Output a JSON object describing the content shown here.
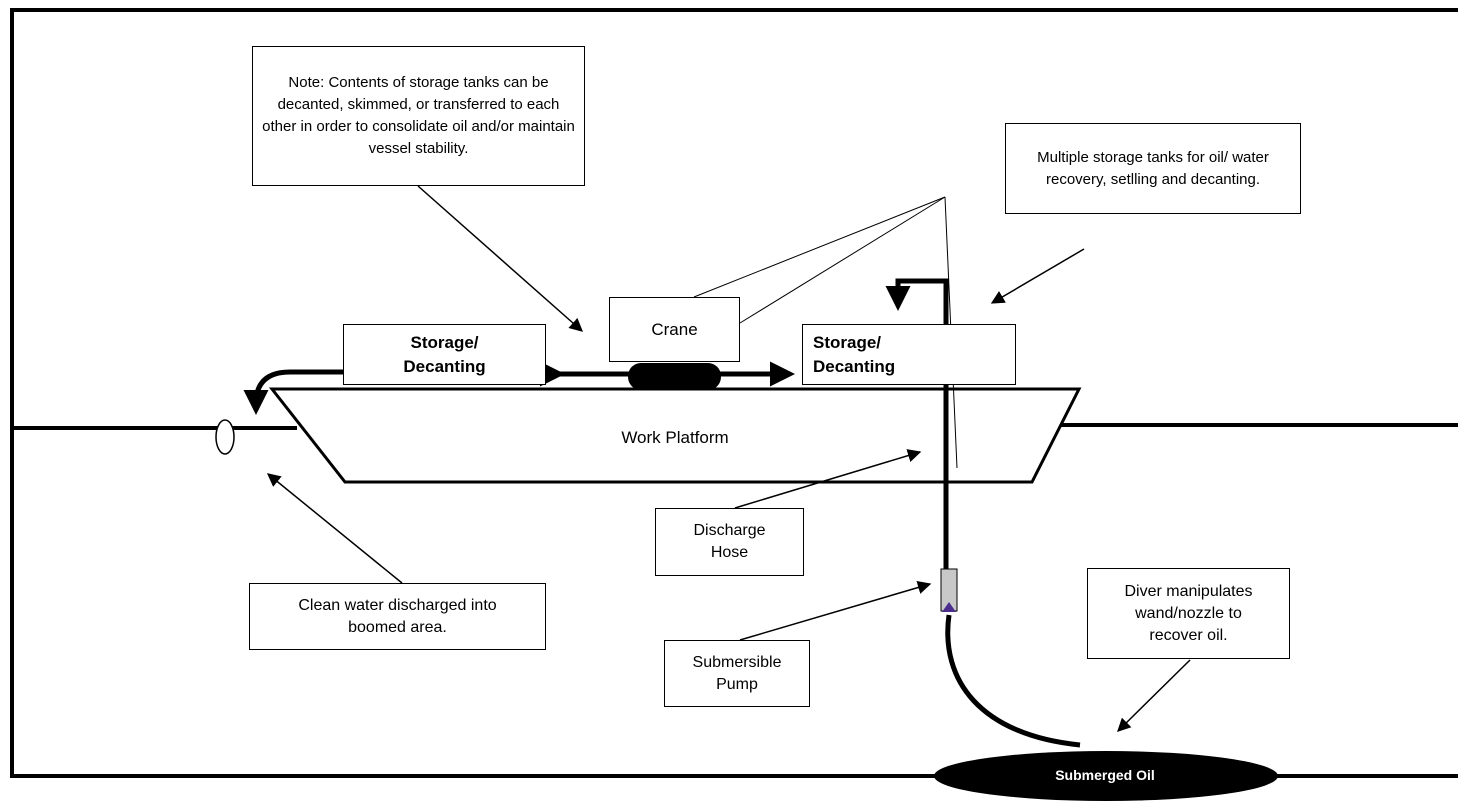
{
  "boxes": {
    "note": "Note: Contents of storage tanks can be decanted, skimmed, or transferred to each other in order to consolidate oil and/or maintain vessel stability.",
    "multiple_tanks": "Multiple storage tanks for oil/ water recovery, setlling and decanting.",
    "storage_left_line1": "Storage/",
    "storage_left_line2": "Decanting",
    "crane": "Crane",
    "storage_right_line1": "Storage/",
    "storage_right_line2": "Decanting",
    "discharge_hose_line1": "Discharge",
    "discharge_hose_line2": "Hose",
    "clean_water_line1": "Clean water discharged into",
    "clean_water_line2": "boomed area.",
    "pump_line1": "Submersible",
    "pump_line2": "Pump",
    "diver_line1": "Diver manipulates",
    "diver_line2": "wand/nozzle to",
    "diver_line3": "recover oil."
  },
  "labels": {
    "work_platform": "Work Platform",
    "submerged_oil": "Submerged Oil"
  }
}
